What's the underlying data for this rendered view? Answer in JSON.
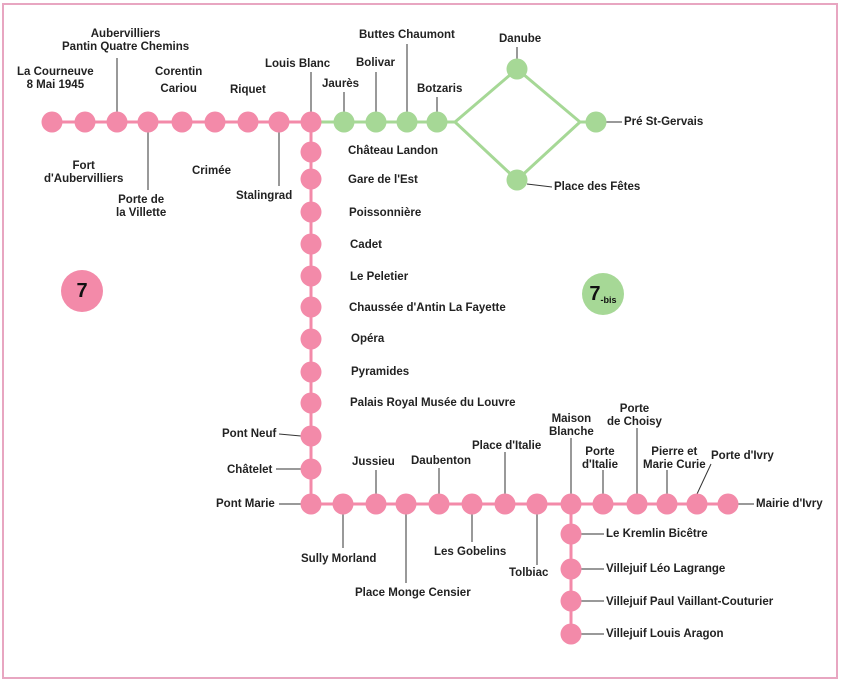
{
  "colors": {
    "line7": "#f38aa9",
    "line7bis": "#a6d896",
    "border": "#e8a6c1"
  },
  "badges": {
    "line7": "7",
    "line7bis_main": "7",
    "line7bis_suffix": "-bis"
  },
  "stations": {
    "la_courneuve_l1": "La Courneuve",
    "la_courneuve_l2": "8 Mai 1945",
    "fort_l1": "Fort",
    "fort_l2": "d'Aubervilliers",
    "aubervilliers_l1": "Aubervilliers",
    "aubervilliers_l2": "Pantin Quatre Chemins",
    "porte_villette_l1": "Porte de",
    "porte_villette_l2": "la Villette",
    "corentin_l1": "Corentin",
    "corentin_l2": "Cariou",
    "crimee": "Crimée",
    "riquet": "Riquet",
    "stalingrad": "Stalingrad",
    "louis_blanc": "Louis Blanc",
    "jaures": "Jaurès",
    "bolivar": "Bolivar",
    "buttes_chaumont": "Buttes Chaumont",
    "botzaris": "Botzaris",
    "danube": "Danube",
    "pre_st_gervais": "Pré St-Gervais",
    "place_des_fetes": "Place des Fêtes",
    "chateau_landon": "Château Landon",
    "gare_de_lest": "Gare de l'Est",
    "poissonniere": "Poissonnière",
    "cadet": "Cadet",
    "le_peletier": "Le Peletier",
    "chaussee_dantin": "Chaussée d'Antin La Fayette",
    "opera": "Opéra",
    "pyramides": "Pyramides",
    "palais_royal": "Palais Royal Musée du Louvre",
    "pont_neuf": "Pont Neuf",
    "chatelet": "Châtelet",
    "pont_marie": "Pont Marie",
    "sully_morland": "Sully Morland",
    "jussieu": "Jussieu",
    "place_monge": "Place Monge Censier",
    "daubenton": "Daubenton",
    "les_gobelins": "Les Gobelins",
    "place_italie": "Place d'Italie",
    "tolbiac": "Tolbiac",
    "maison_blanche_l1": "Maison",
    "maison_blanche_l2": "Blanche",
    "porte_italie_l1": "Porte",
    "porte_italie_l2": "d'Italie",
    "porte_choisy_l1": "Porte",
    "porte_choisy_l2": "de Choisy",
    "pierre_curie_l1": "Pierre et",
    "pierre_curie_l2": "Marie Curie",
    "porte_ivry": "Porte d'Ivry",
    "mairie_ivry": "Mairie d'Ivry",
    "kremlin": "Le Kremlin Bicêtre",
    "leo_lagrange": "Villejuif Léo Lagrange",
    "vaillant": "Villejuif Paul Vaillant-Couturier",
    "aragon": "Villejuif Louis Aragon"
  }
}
